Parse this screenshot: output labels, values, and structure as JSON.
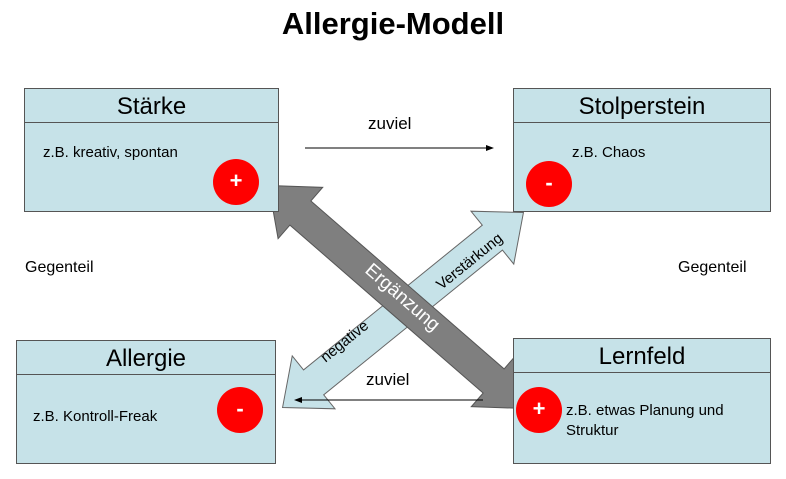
{
  "title": "Allergie-Modell",
  "boxes": {
    "staerke": {
      "title": "Stärke",
      "example": "z.B. kreativ, spontan",
      "sign": "+"
    },
    "stolperstein": {
      "title": "Stolperstein",
      "example": "z.B. Chaos",
      "sign": "-"
    },
    "allergie": {
      "title": "Allergie",
      "example": "z.B. Kontroll-Freak",
      "sign": "-"
    },
    "lernfeld": {
      "title": "Lernfeld",
      "example": "z.B. etwas Planung und Struktur",
      "sign": "+"
    }
  },
  "labels": {
    "zuviel_top": "zuviel",
    "zuviel_bottom": "zuviel",
    "gegenteil_left": "Gegenteil",
    "gegenteil_right": "Gegenteil",
    "ergaenzung": "Ergänzung",
    "verstaerkung": "Verstärkung",
    "negative": "negative"
  },
  "colors": {
    "box_fill": "#c6e2e8",
    "badge": "#ff0000",
    "arrow_gray": "#7f7f7f",
    "arrow_light": "#c6e2e8"
  }
}
